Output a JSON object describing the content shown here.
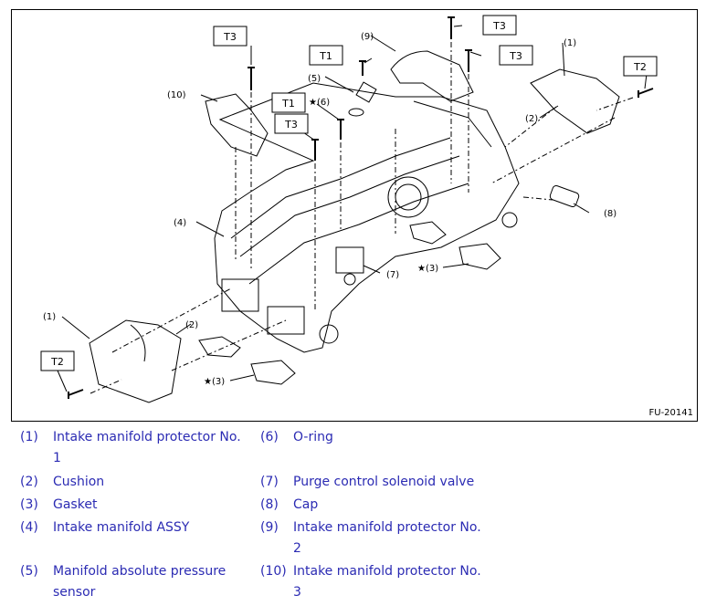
{
  "figure": {
    "id": "FU-20141",
    "torque_labels": {
      "t3_top_left": "T3",
      "t1_center": "T1",
      "t3_center": "T3",
      "t1_top": "T1",
      "t3_top_right_upper": "T3",
      "t3_top_right_lower": "T3",
      "t2_right": "T2",
      "t2_left": "T2"
    },
    "callouts": {
      "c10": "(10)",
      "c9": "(9)",
      "c5": "(5)",
      "c6": "★(6)",
      "c1_right": "(1)",
      "c2_right": "(2)",
      "c8": "(8)",
      "c4": "(4)",
      "c7": "(7)",
      "c3_right": "★(3)",
      "c1_left": "(1)",
      "c2_left": "(2)",
      "c3_left": "★(3)"
    }
  },
  "legend": {
    "left": [
      {
        "num": "(1)",
        "text": "Intake manifold protector No. 1"
      },
      {
        "num": "(2)",
        "text": "Cushion"
      },
      {
        "num": "(3)",
        "text": "Gasket"
      },
      {
        "num": "(4)",
        "text": "Intake manifold ASSY"
      },
      {
        "num": "(5)",
        "text": "Manifold absolute pressure sensor"
      }
    ],
    "right": [
      {
        "num": "(6)",
        "text": "O-ring"
      },
      {
        "num": "(7)",
        "text": "Purge control solenoid valve"
      },
      {
        "num": "(8)",
        "text": "Cap"
      },
      {
        "num": "(9)",
        "text": "Intake manifold protector No. 2"
      },
      {
        "num": "(10)",
        "text": "Intake manifold protector No. 3"
      }
    ]
  },
  "colors": {
    "legend_text": "#2b2bb3",
    "line": "#000000"
  }
}
